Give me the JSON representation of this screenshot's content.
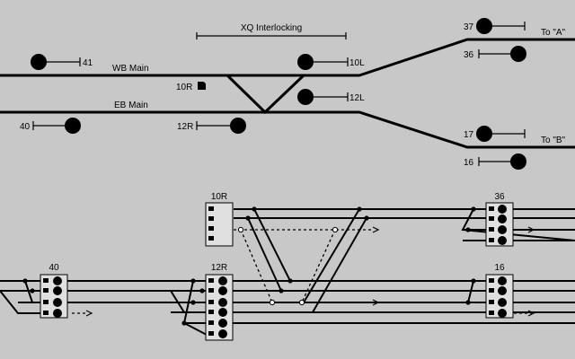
{
  "title": "XQ Interlocking",
  "tracks": {
    "wb_main": "WB Main",
    "eb_main": "EB Main",
    "to_a": "To \"A\"",
    "to_b": "To \"B\""
  },
  "signals": {
    "s41": "41",
    "s40": "40",
    "s10r": "10R",
    "s12r": "12R",
    "s10l": "10L",
    "s12l": "12L",
    "s37": "37",
    "s36": "36",
    "s17": "17",
    "s16": "16"
  },
  "panels": {
    "p10r": "10R",
    "p40": "40",
    "p12r": "12R",
    "p36": "36",
    "p16": "16"
  },
  "colors": {
    "background": "#c8c8c8",
    "track": "#000000",
    "panel": "#e0e0e0"
  }
}
